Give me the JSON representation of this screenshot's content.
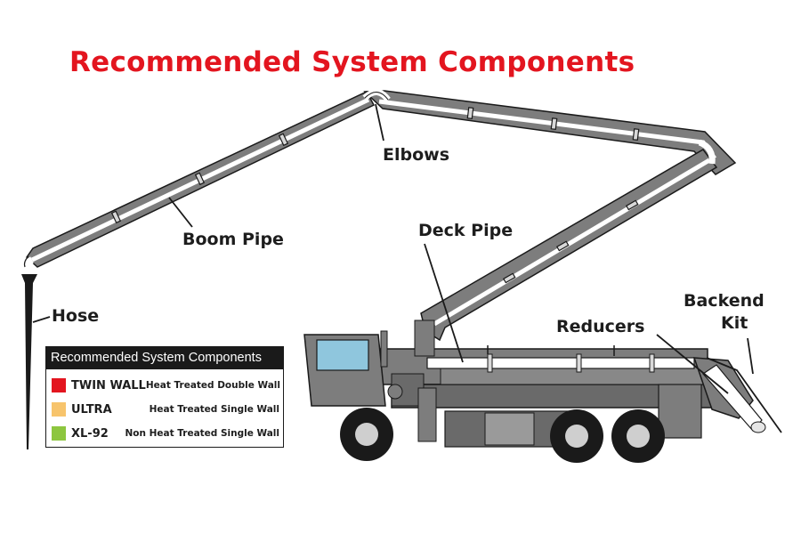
{
  "title": "Recommended System Components",
  "labels": {
    "elbows": "Elbows",
    "boom_pipe": "Boom Pipe",
    "deck_pipe": "Deck Pipe",
    "hose": "Hose",
    "reducers": "Reducers",
    "backend_kit_line1": "Backend",
    "backend_kit_line2": "Kit"
  },
  "legend": {
    "title": "Recommended System Components",
    "items": [
      {
        "name": "TWIN WALL",
        "description": "Heat Treated Double Wall",
        "color": "#e3151f"
      },
      {
        "name": "ULTRA",
        "description": "Heat Treated Single Wall",
        "color": "#f7c46c"
      },
      {
        "name": "XL-92",
        "description": "Non Heat Treated Single Wall",
        "color": "#8dc63f"
      }
    ]
  },
  "colors": {
    "title": "#e3151f",
    "truck_body": "#7d7d7d",
    "truck_dark": "#6a6a6a",
    "outline": "#1a1a1a",
    "window": "#8fc6dd",
    "tire": "#1a1a1a",
    "hub": "#cfcfcf"
  }
}
